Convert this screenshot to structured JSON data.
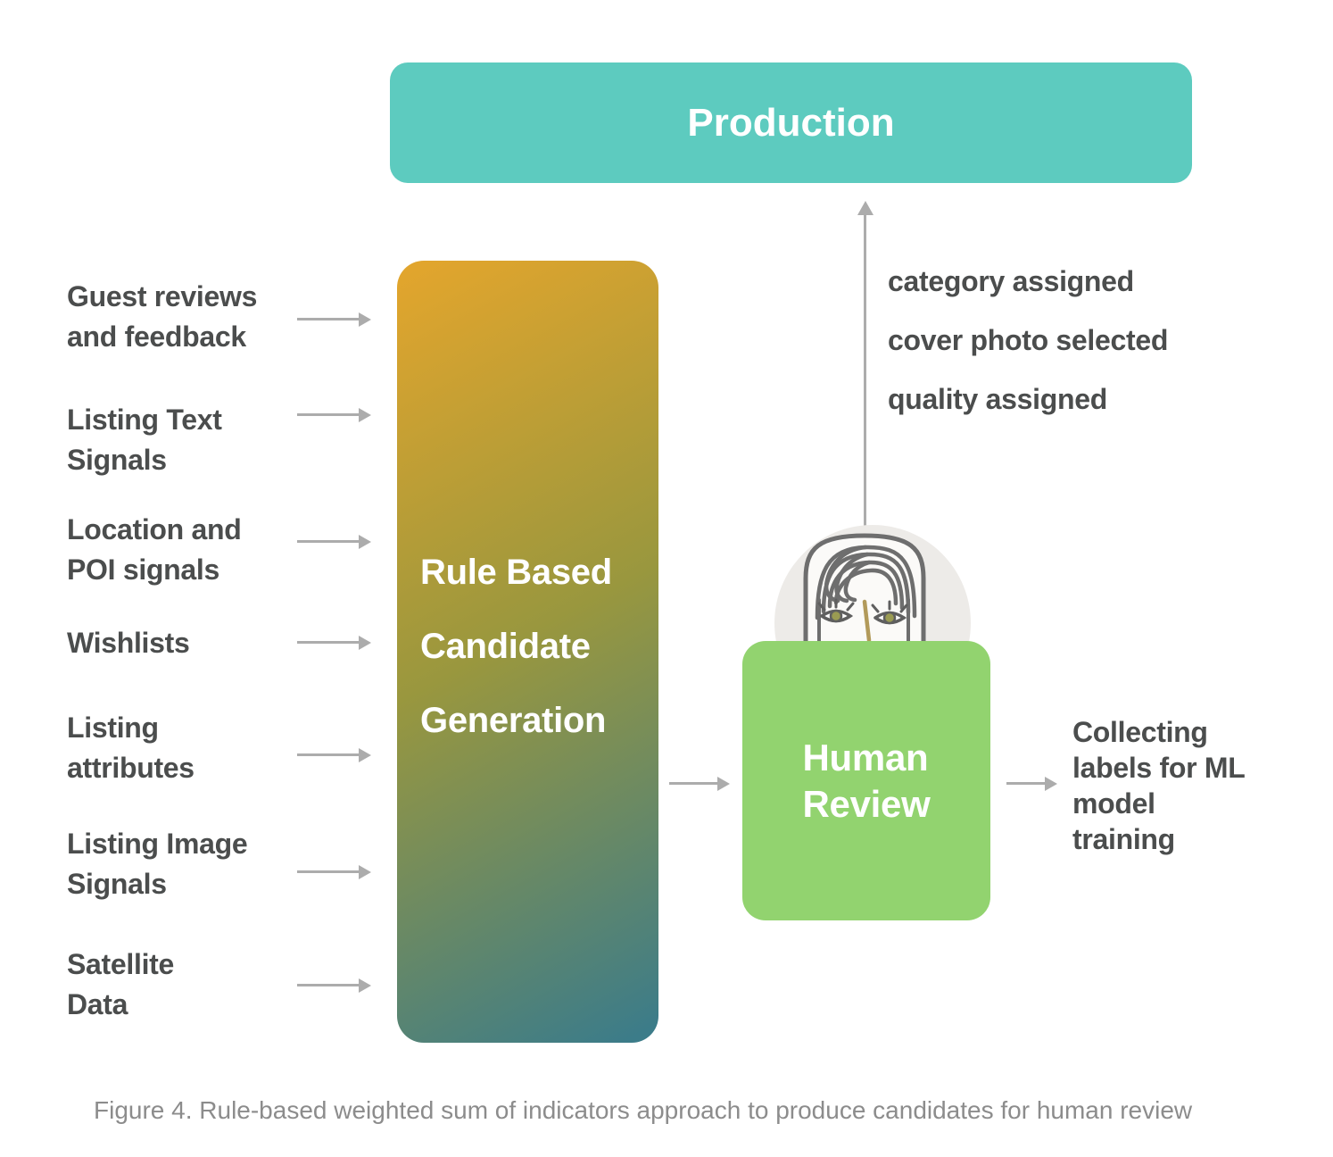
{
  "colors": {
    "teal": "#5dcbbf",
    "green": "#92d36f",
    "grad-gold": "#e1a52d",
    "grad-olive": "#99973e",
    "grad-teal": "#3c7c89",
    "label-dark": "#4b4d4d",
    "arrow-gray": "#acacac",
    "caption-gray": "#8c8c8c"
  },
  "production": {
    "label": "Production"
  },
  "inputs": [
    {
      "lines": [
        "Guest reviews",
        "and feedback"
      ]
    },
    {
      "lines": [
        "Listing Text",
        "Signals"
      ]
    },
    {
      "lines": [
        "Location and",
        "POI signals"
      ]
    },
    {
      "lines": [
        "Wishlists"
      ]
    },
    {
      "lines": [
        "Listing",
        "attributes"
      ]
    },
    {
      "lines": [
        "Listing Image",
        "Signals"
      ]
    },
    {
      "lines": [
        "Satellite",
        "Data"
      ]
    }
  ],
  "candidate_generator": {
    "lines": [
      "Rule Based",
      "Candidate",
      "Generation"
    ]
  },
  "human_review": {
    "lines": [
      "Human",
      "Review"
    ]
  },
  "review_outputs": {
    "lines": [
      "category assigned",
      "cover photo selected",
      "quality assigned"
    ]
  },
  "ml_training": {
    "lines": [
      "Collecting",
      "labels for ML",
      "model",
      "training"
    ]
  },
  "caption": "Figure 4. Rule-based weighted sum of indicators approach to produce candidates for human review"
}
